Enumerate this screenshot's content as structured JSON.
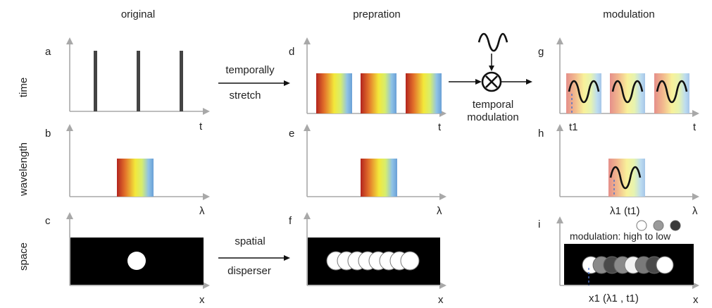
{
  "columns": {
    "original": "original",
    "preparation": "prepration",
    "modulation": "modulation"
  },
  "rows": {
    "time": "time",
    "wavelength": "wavelength",
    "space": "space"
  },
  "panel_letters": {
    "a": "a",
    "b": "b",
    "c": "c",
    "d": "d",
    "e": "e",
    "f": "f",
    "g": "g",
    "h": "h",
    "i": "i"
  },
  "axis_labels": {
    "t": "t",
    "lambda": "λ",
    "x": "x"
  },
  "arrows": {
    "stretch_top": "temporally",
    "stretch_bottom": "stretch",
    "spatial_top": "spatial",
    "spatial_bottom": "disperser",
    "mod_line1": "temporal",
    "mod_line2": "modulation"
  },
  "annotations": {
    "t1": "t1",
    "lambda_t1": "λ1 (t1)",
    "x_lambda_t1": "x1 (λ1 , t1)",
    "modulation_legend": "modulation: high to low"
  },
  "colors": {
    "spectrum": [
      "#b3241e",
      "#e2702a",
      "#f3e83a",
      "#d7ed6c",
      "#8fc3e6",
      "#6aa0d6"
    ],
    "axis": "#a8a8a8",
    "pulse": "#444444",
    "background_dark": "#000000",
    "spot": "#ffffff",
    "legend_dots": [
      "#ffffff",
      "#9a9a9a",
      "#3a3a3a"
    ]
  }
}
